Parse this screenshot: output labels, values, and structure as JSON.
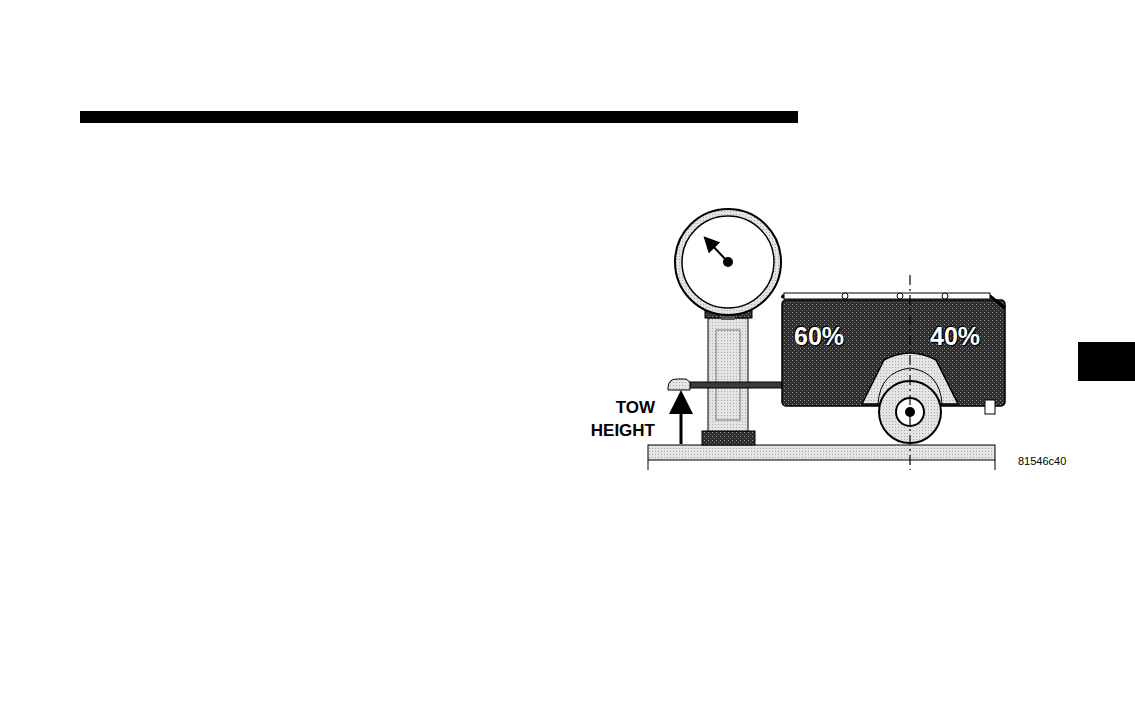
{
  "diagram": {
    "nodes": [
      {
        "text": [
          "60%",
          "40%"
        ]
      }
    ],
    "labels": [
      "TOW HEIGHT",
      "81546c40"
    ]
  }
}
